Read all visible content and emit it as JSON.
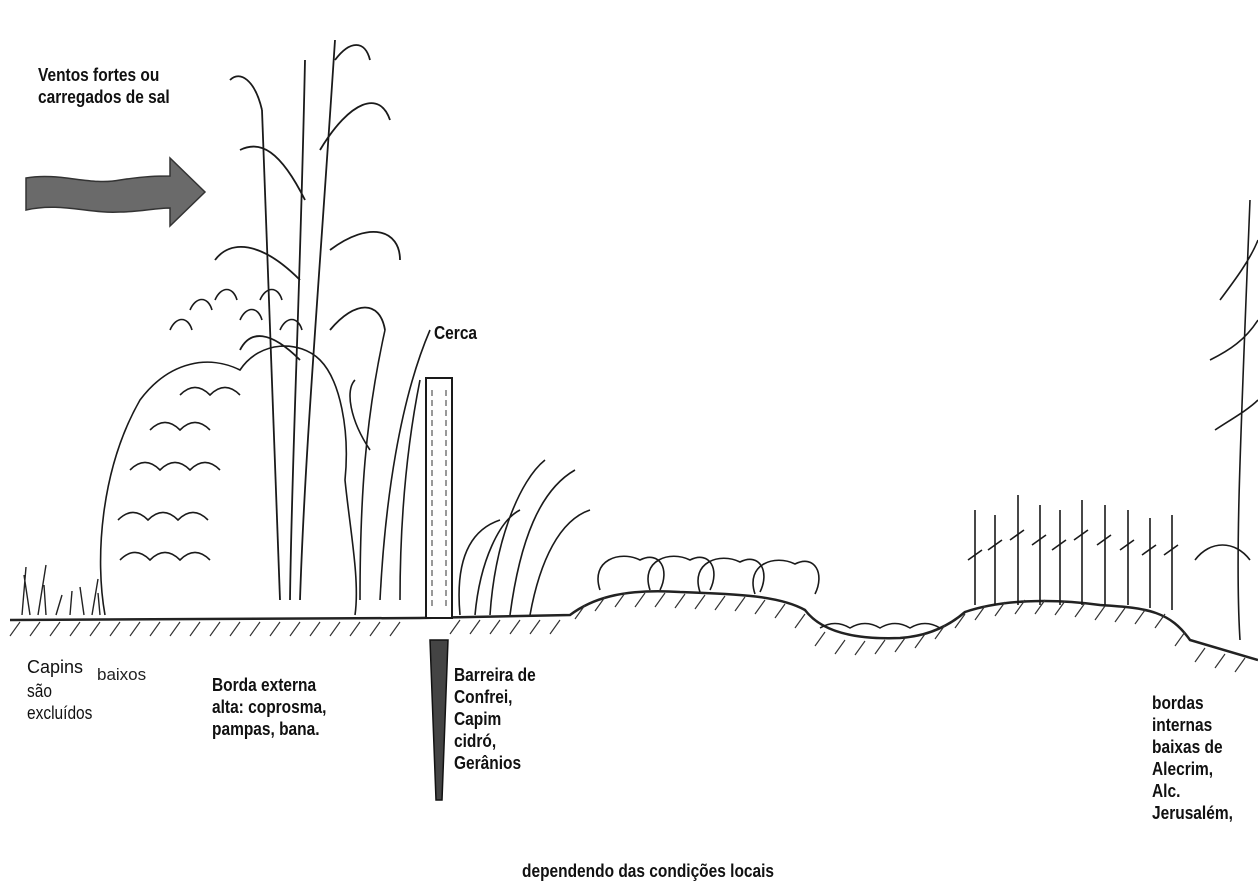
{
  "labels": {
    "wind": "Ventos fortes ou\ncarregados de sal",
    "fence": "Cerca",
    "grasses_word1": "Capins",
    "grasses_word2": "baixos",
    "grasses_rest": "são\nexcluídos",
    "outer_edge": "Borda externa\nalta: coprosma,\npampas, bana.",
    "barrier": "Barreira de\nConfrei,\nCapim\ncidró,\nGerânios",
    "inner_edges": "bordas\ninternas\nbaixas de\nAlecrim,\nAlc.\nJerusalém,",
    "bottom_note": "dependendo das condições locais"
  },
  "icons": [
    "wind-arrow-icon"
  ]
}
